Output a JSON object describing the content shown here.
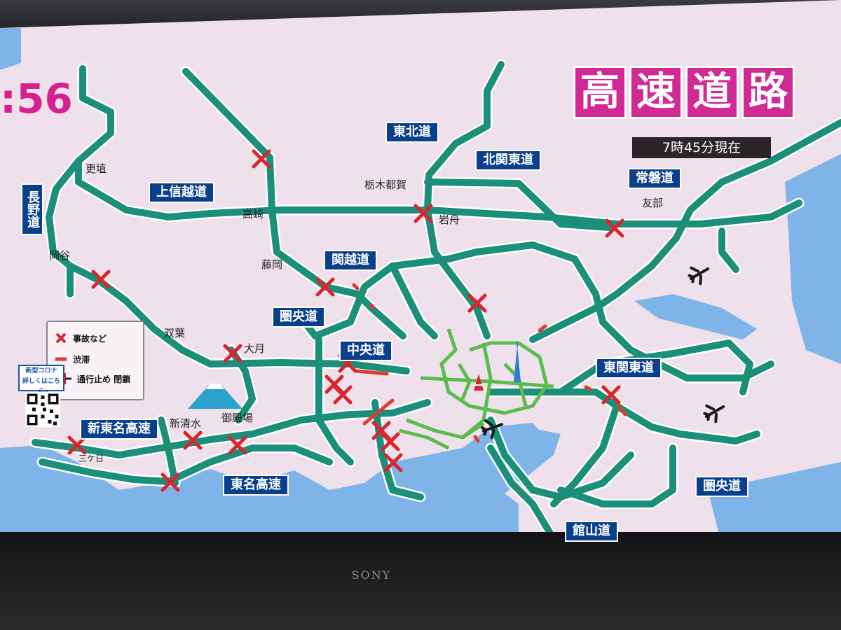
{
  "broadcast": {
    "clock_text": ":56",
    "title_chars": [
      "高",
      "速",
      "道",
      "路"
    ],
    "as_of": "7時45分現在",
    "tv_brand": "SONY"
  },
  "legend": {
    "accident": "事故など",
    "congestion": "渋滞",
    "closure": "通行止め 閉鎖"
  },
  "corona_notice": {
    "line1": "新型コロナ",
    "line2": "詳しくはこちら"
  },
  "road_labels": {
    "tohoku": "東北道",
    "kita_kanto": "北関東道",
    "joban": "常磐道",
    "joshinetsu": "上信越道",
    "nagano": "長野道",
    "kanetsu": "関越道",
    "kenodo_west": "圏央道",
    "chuo": "中央道",
    "higashi_kanto": "東関東道",
    "shin_tomei": "新東名高速",
    "tomei": "東名高速",
    "kenodo_east": "圏央道",
    "tateyama": "館山道"
  },
  "cities": {
    "koshoku": "更埴",
    "takasaki": "高崎",
    "tochigi_tsuga": "栃木都賀",
    "iwafune": "岩舟",
    "tomobe": "友部",
    "okaya": "岡谷",
    "fujioka": "藤岡",
    "futaba": "双葉",
    "otsuki": "大月",
    "shin_shimizu": "新清水",
    "gotemba": "御殿場",
    "mikkabi": "三ケ日"
  },
  "colors": {
    "screen_background": "#efe1ec",
    "sea": "#7eb4e7",
    "expressway": "#1b8f7a",
    "metro_expressway": "#5cbb4f",
    "accident_mark": "#d8262e",
    "congestion_bar": "#e23a2e",
    "title_magenta": "#d12a94",
    "road_label_blue": "#0a3f8c"
  },
  "icons": {
    "accident": "red-x-icon",
    "airport": "airplane-icon",
    "mountain": "mount-fuji-icon",
    "tower": "tokyo-tower-icon",
    "skytree": "skytree-icon",
    "qr": "qr-code-icon"
  }
}
